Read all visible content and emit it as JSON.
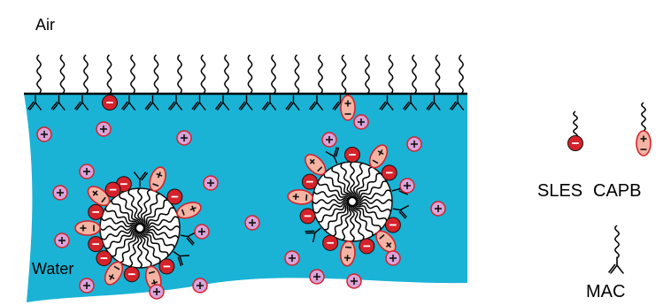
{
  "labels": {
    "air": "Air",
    "water": "Water",
    "sles": "SLES",
    "capb": "CAPB",
    "mac": "MAC"
  },
  "charges": {
    "plus": "+",
    "minus": "−"
  },
  "colors": {
    "water": "#1ab3d6",
    "anion_head": "#d6222a",
    "zwitterion_head": "#f4b3a3",
    "cation_fill": "#d9a3d8",
    "cation_ring": "#d6222a",
    "micelle_core": "#ffffff",
    "line": "#000000"
  }
}
